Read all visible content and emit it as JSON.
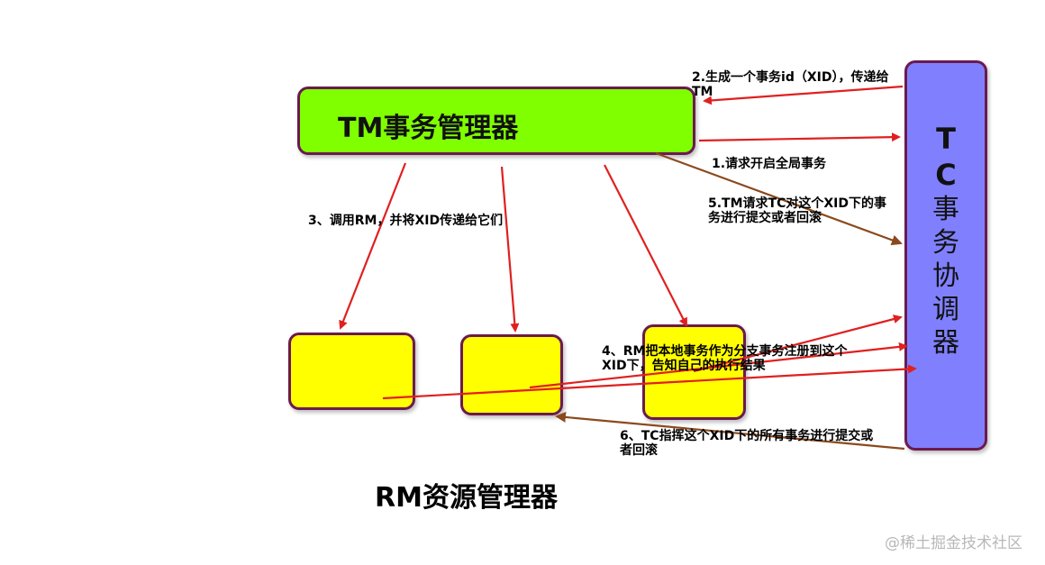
{
  "nodes": {
    "tm": {
      "label": "TM事务管理器"
    },
    "tc": {
      "label": "TC",
      "chars": [
        "事",
        "务",
        "协",
        "调",
        "器"
      ]
    },
    "rm_group": {
      "label": "RM资源管理器"
    }
  },
  "notes": {
    "step1": "1.请求开启全局事务",
    "step2": "2.生成一个事务id（XID），传递给TM",
    "step3": "3、调用RM，并将XID传递给它们",
    "step4": "4、RM把本地事务作为分支事务注册到这个XID下，告知自己的执行结果",
    "step5": "5.TM请求TC对这个XID下的事务进行提交或者回滚",
    "step6": "6、TC指挥这个XID下的所有事务进行提交或者回滚"
  },
  "watermark": "@稀土掘金技术社区",
  "colors": {
    "tm_fill": "#80ff00",
    "tc_fill": "#8080ff",
    "rm_fill": "#ffff00",
    "box_border": "#6b1a4f",
    "arrow_red": "#e02020",
    "arrow_brown": "#8b4a1c"
  }
}
